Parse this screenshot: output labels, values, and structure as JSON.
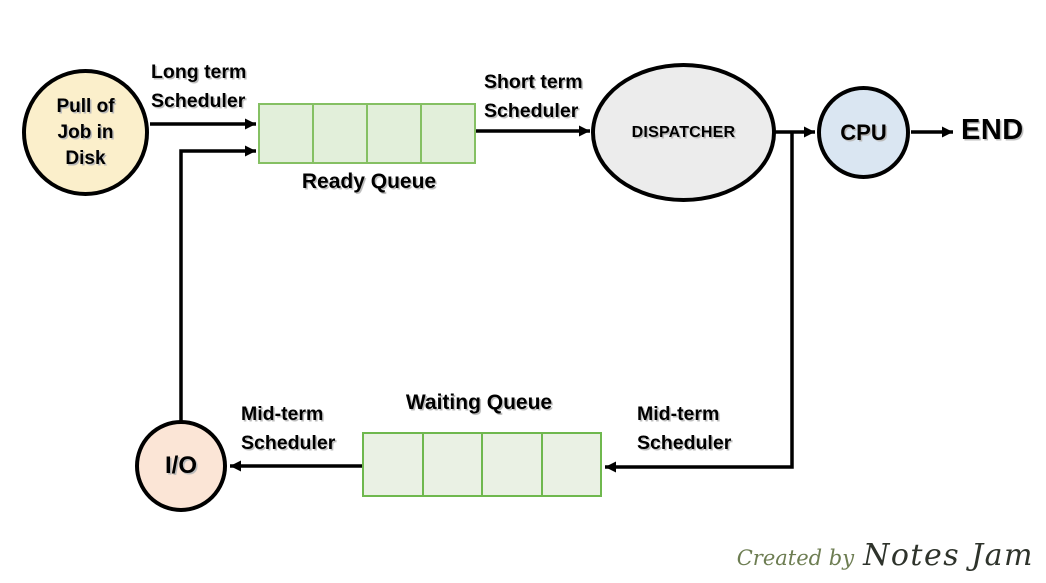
{
  "diagram": {
    "disk_node": {
      "line1": "Pull of",
      "line2": "Job in",
      "line3": "Disk",
      "fill": "#FBEFCB"
    },
    "long_term_label": {
      "line1": "Long term",
      "line2": "Scheduler"
    },
    "ready_queue": {
      "label": "Ready Queue",
      "cell_count": 4,
      "fill": "#E2EFDA",
      "border": "#85C063"
    },
    "short_term_label": {
      "line1": "Short term",
      "line2": "Scheduler"
    },
    "dispatcher_node": {
      "label": "DISPATCHER",
      "fill": "#ECECEC"
    },
    "cpu_node": {
      "label": "CPU",
      "fill": "#DAE6F2"
    },
    "end_label": "END",
    "mid_term_right_label": {
      "line1": "Mid-term",
      "line2": "Scheduler"
    },
    "waiting_queue": {
      "label": "Waiting Queue",
      "cell_count": 4,
      "fill": "#EAF1E4",
      "border": "#6FB84E"
    },
    "mid_term_left_label": {
      "line1": "Mid-term",
      "line2": "Scheduler"
    },
    "io_node": {
      "label": "I/O",
      "fill": "#FBE5D6"
    },
    "line_color": "#000000"
  },
  "watermark": {
    "created_by": "Created by",
    "brand": "Notes Jam",
    "created_by_color": "#6D7D52",
    "brand_color": "#2E332B"
  }
}
